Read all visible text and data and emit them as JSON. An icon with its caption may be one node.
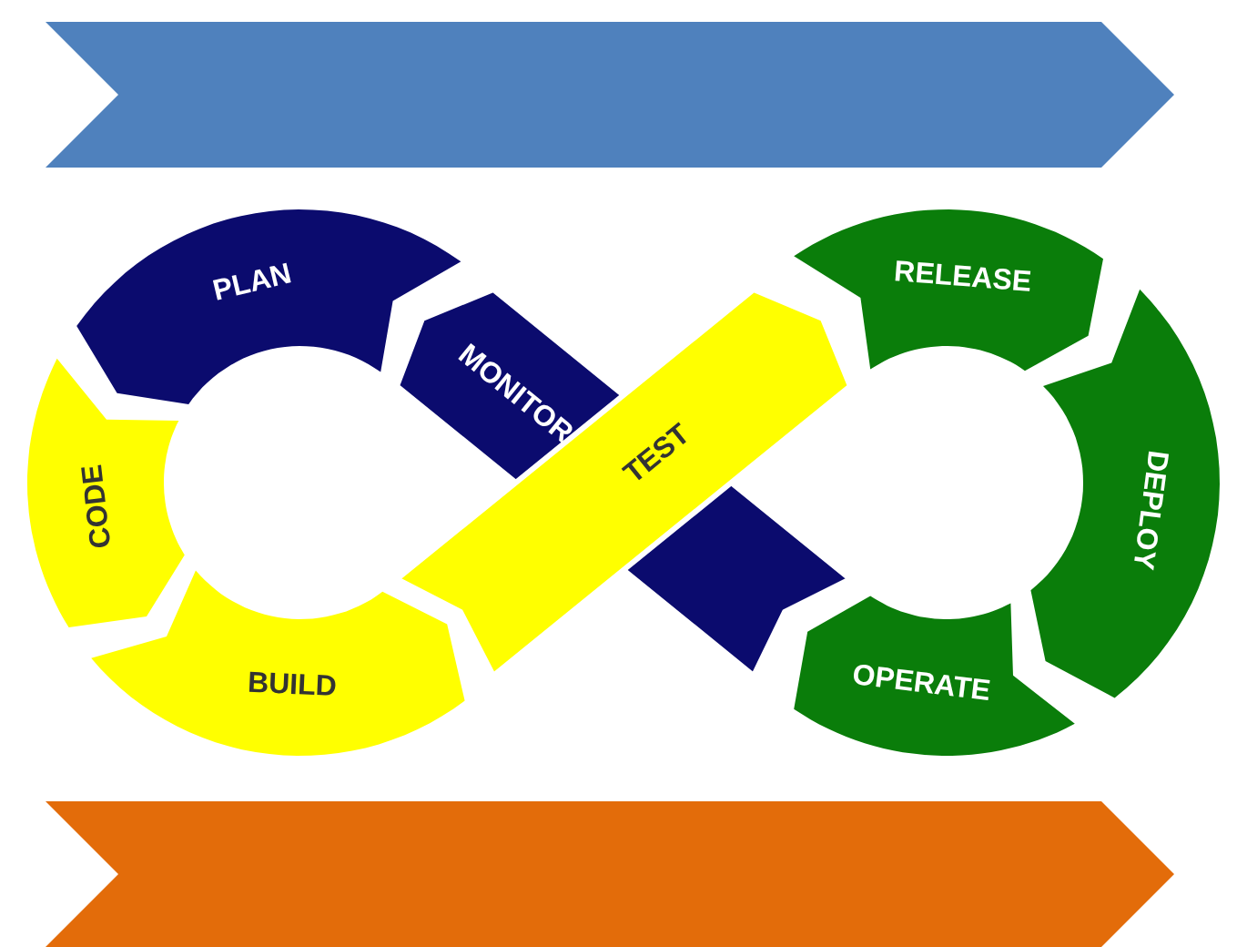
{
  "diagram": {
    "nodes": [
      {
        "text": [],
        "shape": "chevron"
      },
      {
        "text": [
          "PLAN"
        ]
      },
      {
        "text": [
          "CODE"
        ]
      },
      {
        "text": [
          "BUILD"
        ]
      },
      {
        "text": [
          "TEST"
        ]
      },
      {
        "text": [
          "RELEASE"
        ]
      },
      {
        "text": [
          "DEPLOY"
        ]
      },
      {
        "text": [
          "OPERATE"
        ]
      },
      {
        "text": [
          "MONITOR"
        ]
      },
      {
        "text": [],
        "shape": "chevron"
      }
    ]
  }
}
